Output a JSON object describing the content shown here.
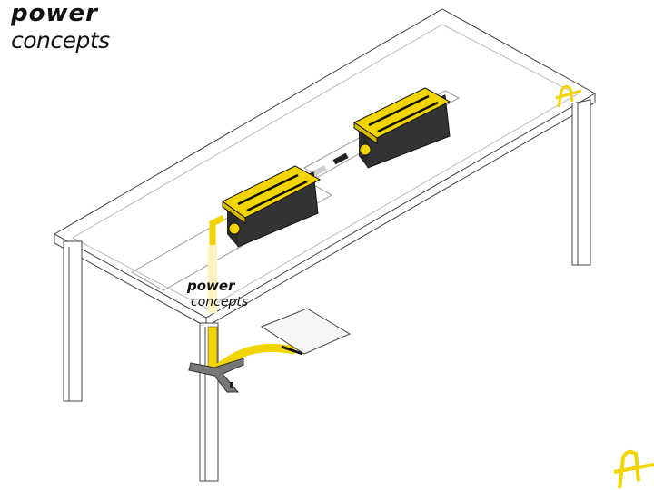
{
  "brand": {
    "line1": "power",
    "line2": "concepts"
  },
  "table_brand": {
    "line1": "power",
    "line2": "concepts"
  },
  "colors": {
    "accent": "#f2d400",
    "line": "#333333",
    "dark": "#2a2a2a"
  }
}
